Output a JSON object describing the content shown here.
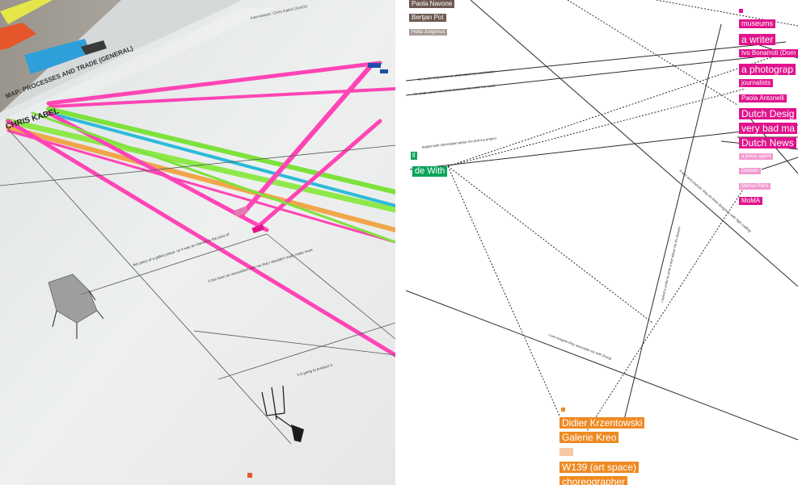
{
  "photo": {
    "sheet_title": "MAP: PROCESSES AND TRADE (GENERAL)",
    "author_label": "CHRIS KABEL",
    "header_note": "Interviewee: Chris Kabel (Dutch)",
    "edge_notes": [
      "this piece of a gallery piece, so it was an interest in the price of",
      "it has been an association with me that I shouldn't really make more",
      "it is going to produce it"
    ]
  },
  "diagram": {
    "tags": {
      "paola_navone": "Paola Navone",
      "bertjan_pot": "Bertjan Pot",
      "ineke_hans": "Hella Jongerius",
      "museums": "museums",
      "a_writer": "a writer",
      "ivo_bonarroti": "Ivo Bonarroti (Dom",
      "a_photographer": "a photograp",
      "journalists": "journalists",
      "paola_antonelli": "Paola Antonelli",
      "dutch_design": "Dutch Desig",
      "very_bad_ma": "very bad ma",
      "dutch_news": "Dutch News",
      "a_press_agent": "a press agent",
      "dezeen": "Dezeen",
      "marcel_wanders": "Marcel Piers",
      "moma": "MoMA",
      "green_small": "ll",
      "made_with": "de With",
      "didier": "Didier Krzentowski",
      "galerie_kreo": "Galerie Kreo",
      "w139": "W139 (art space)",
      "choreographer": "choreographer"
    },
    "edge_labels": {
      "writer_helped": "the writer helped me to understand my work better",
      "made_links": "he made some new links between the work I've made",
      "helped_info": "helped with information about me and my project",
      "talking_writer": "I asked a writer to write a text about me for dezeen",
      "dutch_designers": "it was very popular, they do think designers with high crafting",
      "imagine": "I can imagine they associate me with Droog"
    }
  },
  "colors": {
    "magenta": "#e0138c",
    "pink": "#f29ad0",
    "brown": "#6e5a52",
    "green": "#0aa45a",
    "orange": "#ee8a22"
  }
}
